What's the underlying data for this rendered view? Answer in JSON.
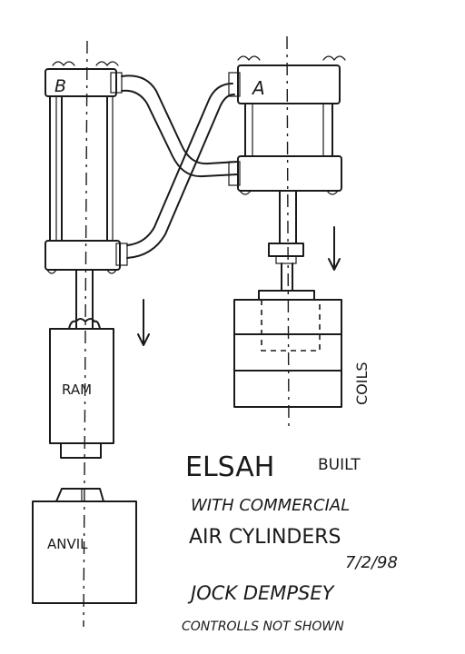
{
  "cylinders": {
    "left_label": "B",
    "right_label": "A"
  },
  "parts": {
    "ram_label": "RAM",
    "anvil_label": "ANVIL",
    "coils_label": "COILS"
  },
  "notes": {
    "title": "ELSAH",
    "built": "BUILT",
    "line2": "WITH COMMERCIAL",
    "line3": "AIR CYLINDERS",
    "date": "7/2/98",
    "author": "JOCK DEMPSEY",
    "footer": "CONTROLLS NOT SHOWN"
  }
}
